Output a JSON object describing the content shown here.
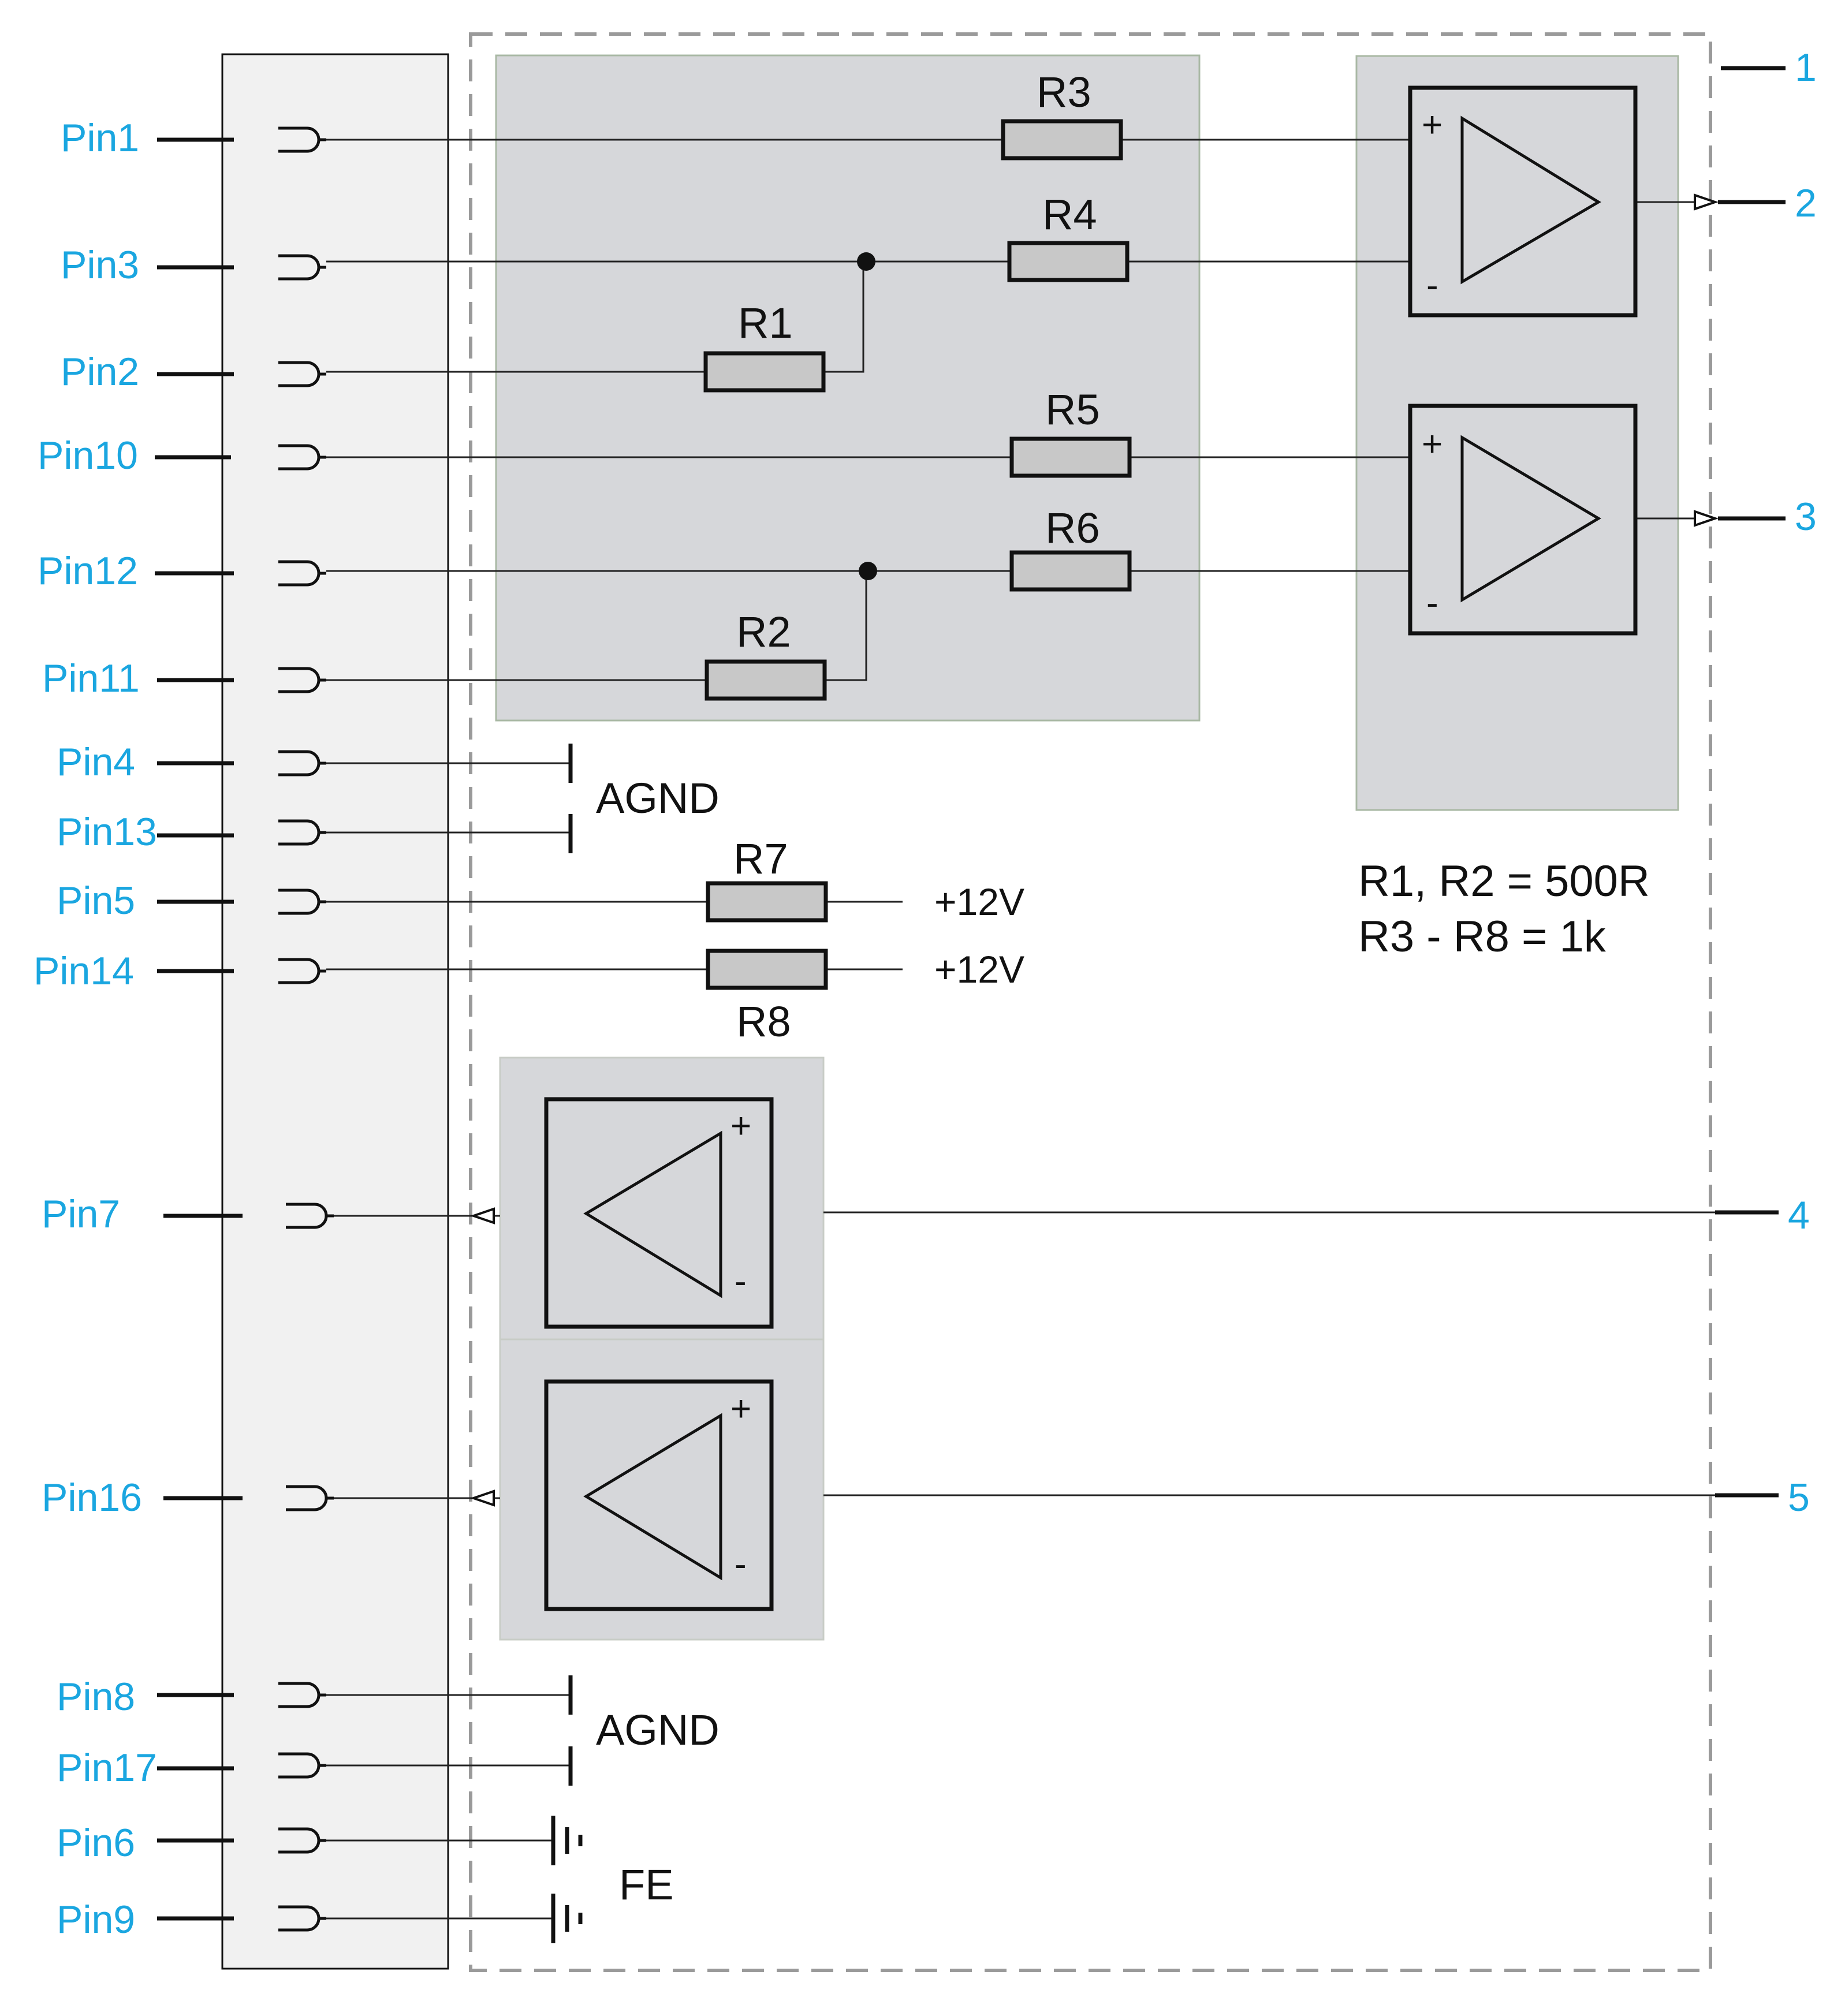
{
  "colors": {
    "pin_label": "#1aa6e0",
    "connector_panel": "#f1f1f1",
    "block_fill": "#d6d7da",
    "resistor_fill": "#c8c8c8",
    "dashed_frame": "#9a9a9a"
  },
  "pins": [
    {
      "label": "Pin1"
    },
    {
      "label": "Pin3"
    },
    {
      "label": "Pin2"
    },
    {
      "label": "Pin10"
    },
    {
      "label": "Pin12"
    },
    {
      "label": "Pin11"
    },
    {
      "label": "Pin4"
    },
    {
      "label": "Pin13"
    },
    {
      "label": "Pin5"
    },
    {
      "label": "Pin14"
    },
    {
      "label": "Pin7"
    },
    {
      "label": "Pin16"
    },
    {
      "label": "Pin8"
    },
    {
      "label": "Pin17"
    },
    {
      "label": "Pin6"
    },
    {
      "label": "Pin9"
    }
  ],
  "resistors": [
    "R1",
    "R2",
    "R3",
    "R4",
    "R5",
    "R6",
    "R7",
    "R8"
  ],
  "ground": {
    "agnd_top": "AGND",
    "agnd_bottom": "AGND",
    "fe": "FE"
  },
  "supply": {
    "r7": "+12V",
    "r8": "+12V"
  },
  "outputs": [
    "1",
    "2",
    "3",
    "4",
    "5"
  ],
  "amp_signs": {
    "plus": "+",
    "minus": "-"
  },
  "notes": {
    "line1": "R1, R2  = 500R",
    "line2": "R3 - R8 = 1k"
  }
}
